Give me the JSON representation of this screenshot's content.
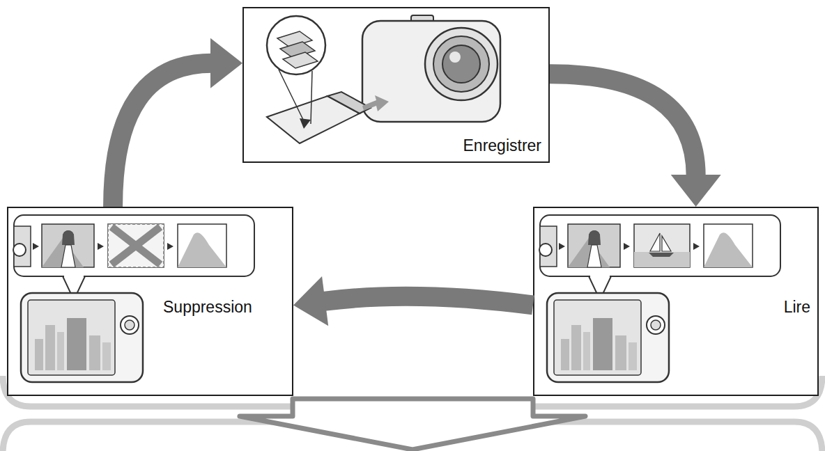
{
  "diagram": {
    "nodes": [
      {
        "text": [
          "Enregistrer"
        ]
      },
      {
        "text": [
          "Suppression"
        ]
      },
      {
        "text": [
          "Lire"
        ]
      }
    ],
    "edges": [
      {
        "from": 0,
        "to": 2,
        "arrow": "to"
      },
      {
        "from": 2,
        "to": 1,
        "arrow": "to"
      },
      {
        "from": 1,
        "to": 0,
        "arrow": "to"
      }
    ]
  }
}
